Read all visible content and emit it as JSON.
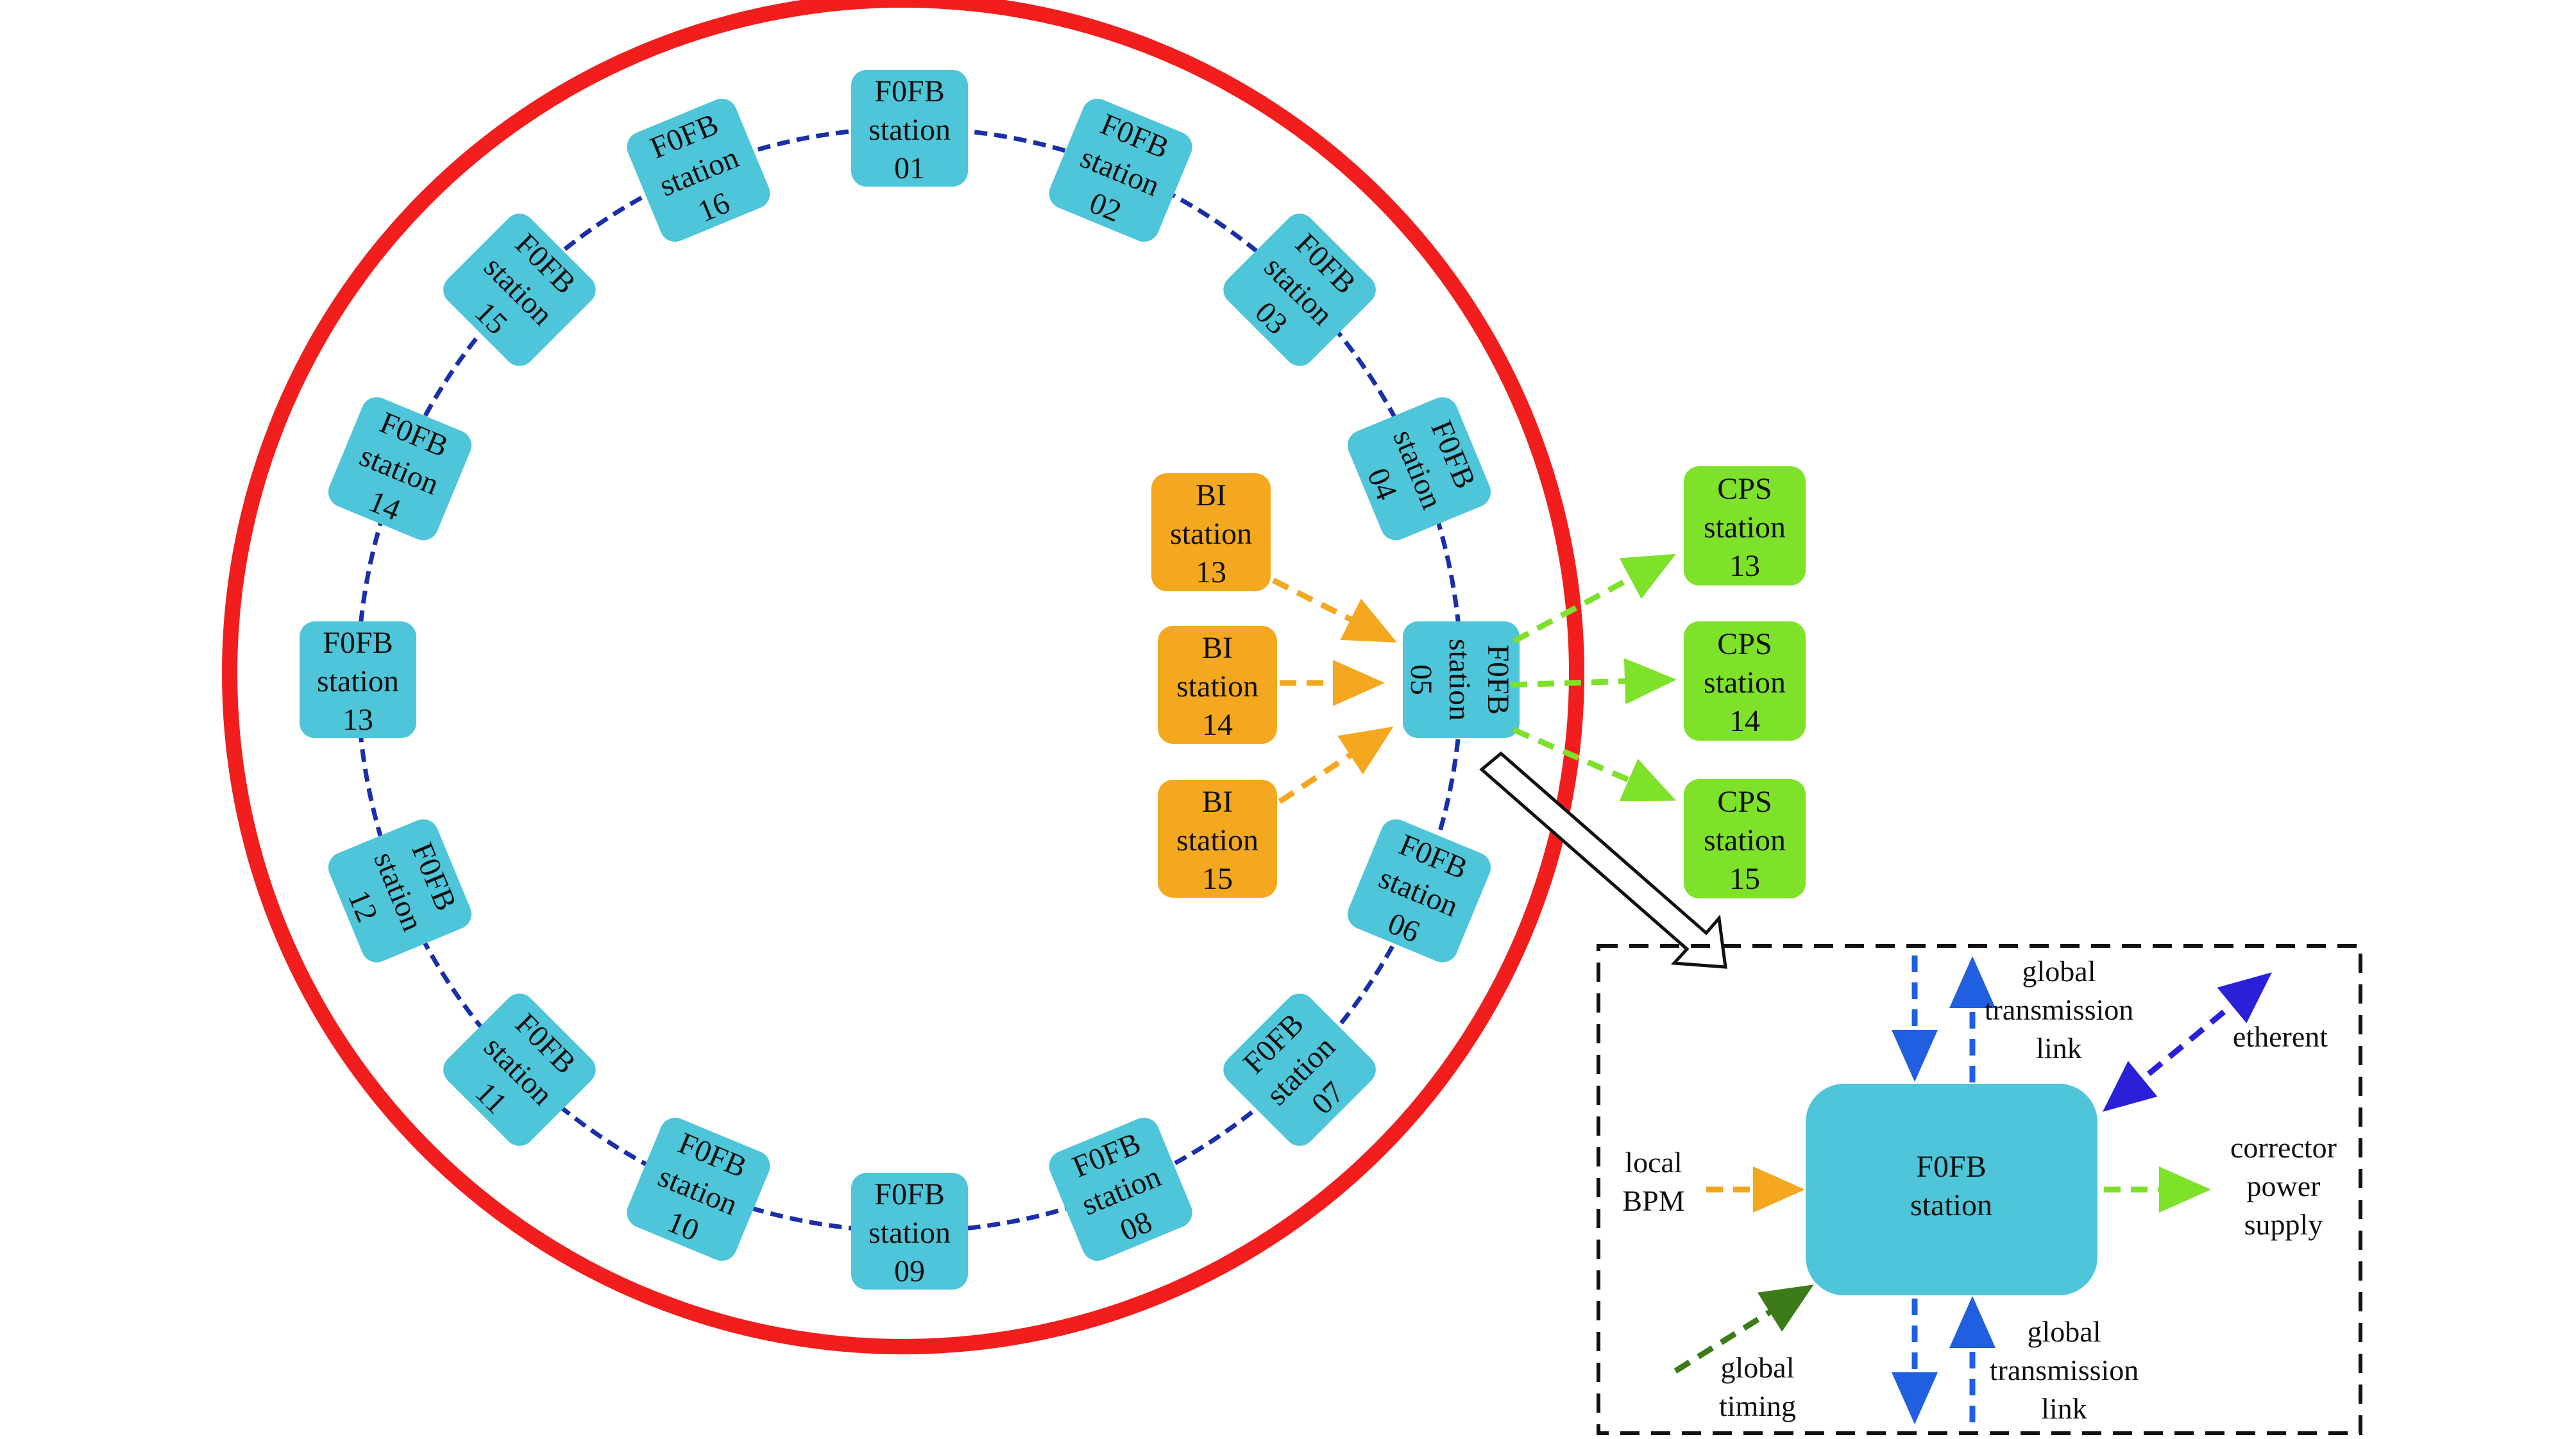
{
  "colors": {
    "ring": "#f21d1d",
    "f0fb": "#4ec5d8",
    "bi": "#f3a81f",
    "cps": "#7ee12a",
    "loop": "#1a2fa8",
    "arrow_bi": "#f3a81f",
    "arrow_cps": "#7ee12a",
    "arrow_global": "#1f5fe0",
    "arrow_ethernet": "#2a20d8",
    "arrow_timing": "#3d7a18"
  },
  "ring_stations": [
    {
      "num": "01",
      "line1": "F0FB",
      "line2": "station",
      "line3": "01"
    },
    {
      "num": "02",
      "line1": "F0FB",
      "line2": "station",
      "line3": "02"
    },
    {
      "num": "03",
      "line1": "F0FB",
      "line2": "station",
      "line3": "03"
    },
    {
      "num": "04",
      "line1": "F0FB",
      "line2": "station",
      "line3": "04"
    },
    {
      "num": "05",
      "line1": "F0FB",
      "line2": "station",
      "line3": "05"
    },
    {
      "num": "06",
      "line1": "F0FB",
      "line2": "station",
      "line3": "06"
    },
    {
      "num": "07",
      "line1": "F0FB",
      "line2": "station",
      "line3": "07"
    },
    {
      "num": "08",
      "line1": "F0FB",
      "line2": "station",
      "line3": "08"
    },
    {
      "num": "09",
      "line1": "F0FB",
      "line2": "station",
      "line3": "09"
    },
    {
      "num": "10",
      "line1": "F0FB",
      "line2": "station",
      "line3": "10"
    },
    {
      "num": "11",
      "line1": "F0FB",
      "line2": "station",
      "line3": "11"
    },
    {
      "num": "12",
      "line1": "F0FB",
      "line2": "station",
      "line3": "12"
    },
    {
      "num": "13",
      "line1": "F0FB",
      "line2": "station",
      "line3": "13"
    },
    {
      "num": "14",
      "line1": "F0FB",
      "line2": "station",
      "line3": "14"
    },
    {
      "num": "15",
      "line1": "F0FB",
      "line2": "station",
      "line3": "15"
    },
    {
      "num": "16",
      "line1": "F0FB",
      "line2": "station",
      "line3": "16"
    }
  ],
  "bi_stations": [
    {
      "line1": "BI",
      "line2": "station",
      "line3": "13"
    },
    {
      "line1": "BI",
      "line2": "station",
      "line3": "14"
    },
    {
      "line1": "BI",
      "line2": "station",
      "line3": "15"
    }
  ],
  "cps_stations": [
    {
      "line1": "CPS",
      "line2": "station",
      "line3": "13"
    },
    {
      "line1": "CPS",
      "line2": "station",
      "line3": "14"
    },
    {
      "line1": "CPS",
      "line2": "station",
      "line3": "15"
    }
  ],
  "detail": {
    "station": {
      "line1": "F0FB",
      "line2": "station"
    },
    "global_top": [
      "global",
      "transmission",
      "link"
    ],
    "global_bottom": [
      "global",
      "transmission",
      "link"
    ],
    "ethernet": "etherent",
    "corrector": [
      "corrector",
      "power",
      "supply"
    ],
    "local_bpm": [
      "local",
      "BPM"
    ],
    "global_timing": [
      "global",
      "timing"
    ]
  }
}
